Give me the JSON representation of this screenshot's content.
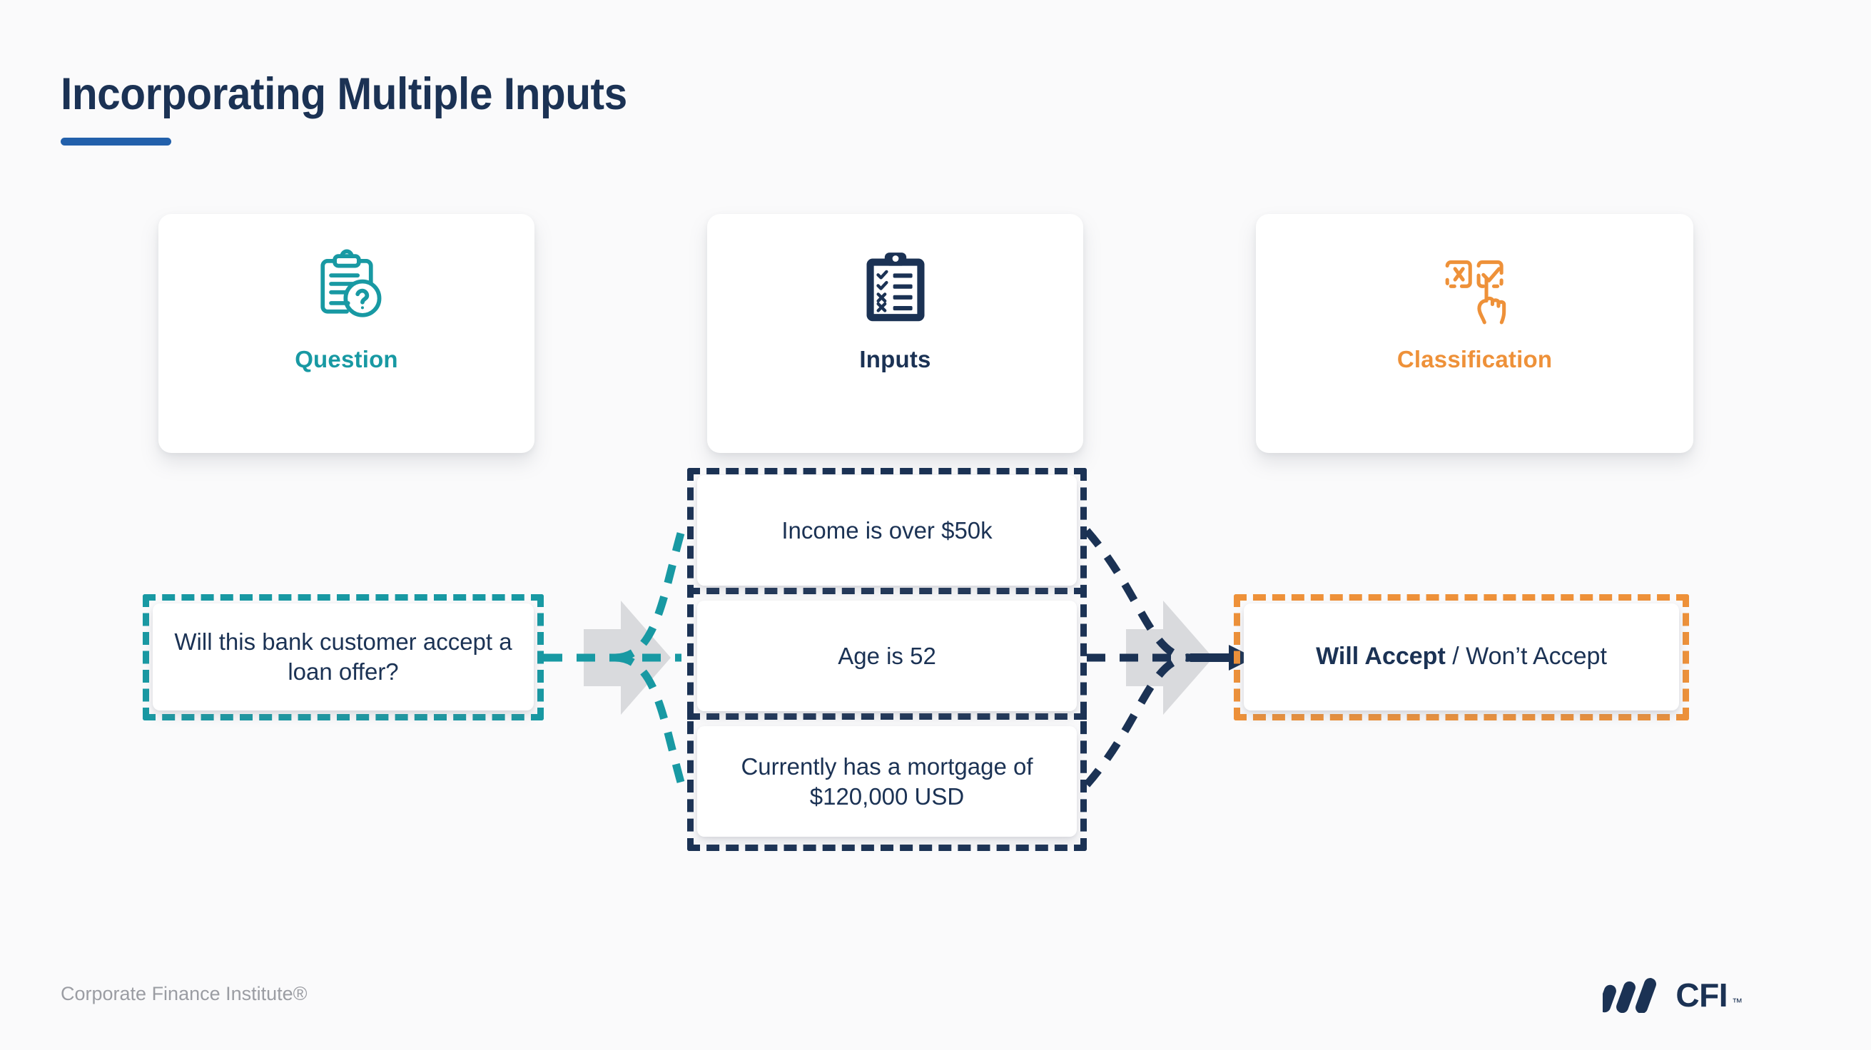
{
  "slide": {
    "title": "Incorporating Multiple Inputs",
    "background_color": "#fafafb",
    "accent_underline_color": "#2260ab"
  },
  "colors": {
    "navy": "#1b3254",
    "teal": "#1899a3",
    "orange": "#ee9139",
    "gray_arrow": "#d8d9dc",
    "footer_gray": "#9b9da3"
  },
  "header_cards": [
    {
      "label": "Question",
      "color": "#1899a3",
      "icon": "clipboard-question-icon"
    },
    {
      "label": "Inputs",
      "color": "#1b3254",
      "icon": "clipboard-checklist-icon"
    },
    {
      "label": "Classification",
      "color": "#ee9139",
      "icon": "checkbox-hand-select-icon"
    }
  ],
  "flow": {
    "question": {
      "text": "Will this bank customer accept a loan offer?",
      "border_color": "#1899a3"
    },
    "inputs": {
      "border_color": "#1b3254",
      "items": [
        "Income is over $50k",
        "Age is 52",
        "Currently has a mortgage of $120,000 USD"
      ]
    },
    "classification": {
      "border_color": "#ee9139",
      "result_bold": "Will Accept",
      "result_rest": " / Won’t Accept"
    }
  },
  "footer": {
    "attribution": "Corporate Finance Institute®",
    "logo_word": "CFI",
    "logo_tm": "™"
  }
}
